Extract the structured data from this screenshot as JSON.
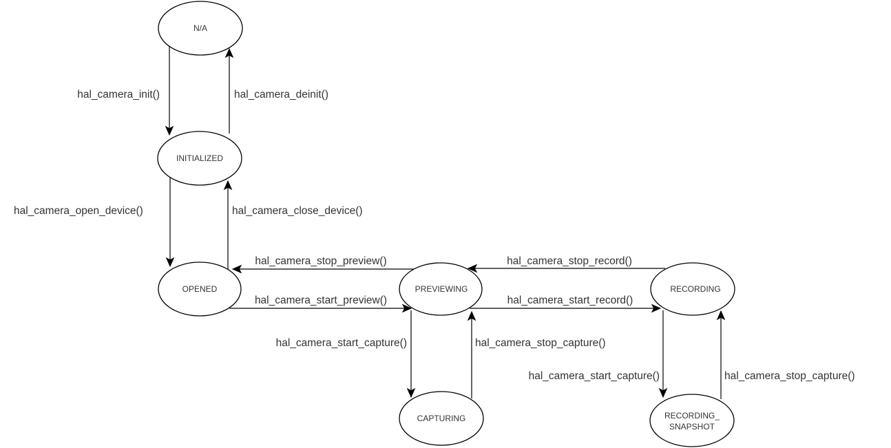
{
  "diagram": {
    "type": "state-machine",
    "colors": {
      "background": "#ffffff",
      "stroke": "#000000",
      "text": "#333333"
    },
    "states": [
      {
        "label": "N/A"
      },
      {
        "label": "INITIALIZED"
      },
      {
        "label": "OPENED"
      },
      {
        "label": "PREVIEWING"
      },
      {
        "label": "RECORDING"
      },
      {
        "label": "CAPTURING"
      },
      {
        "lines": [
          "RECORDING_",
          "SNAPSHOT"
        ]
      }
    ],
    "transitions": [
      {
        "from": "N/A",
        "to": "INITIALIZED",
        "label": "hal_camera_init()"
      },
      {
        "from": "INITIALIZED",
        "to": "N/A",
        "label": "hal_camera_deinit()"
      },
      {
        "from": "INITIALIZED",
        "to": "OPENED",
        "label": "hal_camera_open_device()"
      },
      {
        "from": "OPENED",
        "to": "INITIALIZED",
        "label": "hal_camera_close_device()"
      },
      {
        "from": "PREVIEWING",
        "to": "OPENED",
        "label": "hal_camera_stop_preview()"
      },
      {
        "from": "OPENED",
        "to": "PREVIEWING",
        "label": "hal_camera_start_preview()"
      },
      {
        "from": "RECORDING",
        "to": "PREVIEWING",
        "label": "hal_camera_stop_record()"
      },
      {
        "from": "PREVIEWING",
        "to": "RECORDING",
        "label": "hal_camera_start_record()"
      },
      {
        "from": "PREVIEWING",
        "to": "CAPTURING",
        "label": "hal_camera_start_capture()"
      },
      {
        "from": "CAPTURING",
        "to": "PREVIEWING",
        "label": "hal_camera_stop_capture()"
      },
      {
        "from": "RECORDING",
        "to": "RECORDING_SNAPSHOT",
        "label": "hal_camera_start_capture()"
      },
      {
        "from": "RECORDING_SNAPSHOT",
        "to": "RECORDING",
        "label": "hal_camera_stop_capture()"
      }
    ]
  }
}
